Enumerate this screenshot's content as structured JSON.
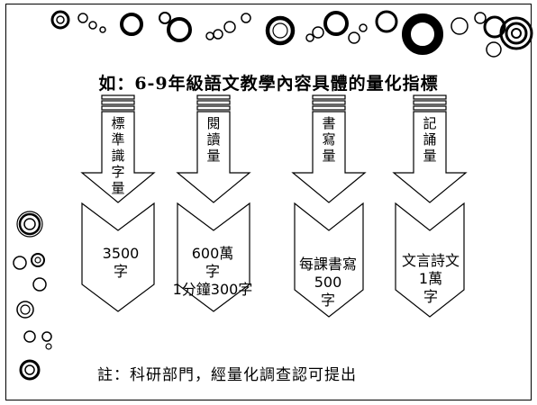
{
  "title": "如：6-9年級語文教學內容具體的量化指標",
  "columns": [
    {
      "label": "標\n準\n識\n字\n量",
      "value": "3500\n字"
    },
    {
      "label": "閱\n讀\n量",
      "value": "600萬\n字\n1分鐘300字"
    },
    {
      "label": "書\n寫\n量",
      "value": "每課書寫\n500\n字"
    },
    {
      "label": "記\n誦\n量",
      "value": "文言詩文\n1萬\n字"
    }
  ],
  "note": "註：科研部門，經量化調查認可提出"
}
